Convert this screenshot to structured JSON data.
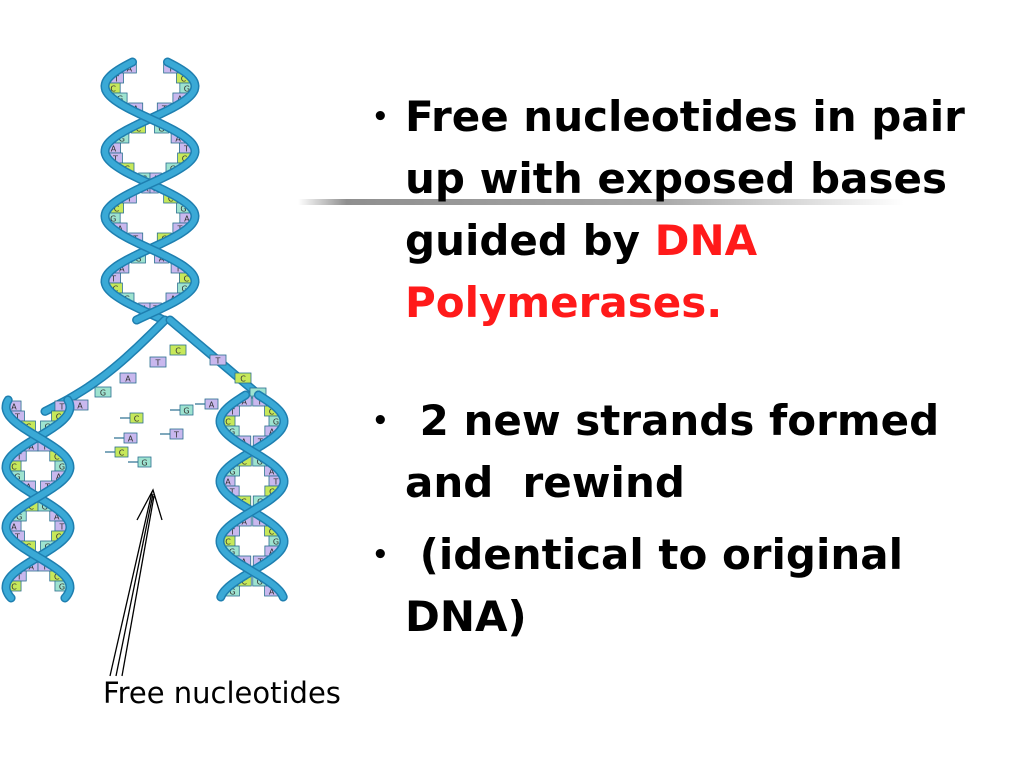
{
  "bullets": [
    {
      "marker": "•",
      "text_before": "Free nucleotides in pair up with exposed bases guided by ",
      "highlight": "DNA Polymerases."
    },
    {
      "marker": "•",
      "text": " 2 new strands formed and  rewind"
    },
    {
      "marker": "•",
      "text": " (identical to original DNA)"
    }
  ],
  "diagram": {
    "caption": "Free nucleotides",
    "base_labels": [
      "A",
      "T",
      "C",
      "G"
    ],
    "colors": {
      "backbone": "#3aa9d6",
      "backbone_dark": "#1e7fb0",
      "base_A": "#c9b8ee",
      "base_T": "#c9b8ee",
      "base_C": "#c7e85a",
      "base_G": "#9ee3d0",
      "highlight": "#ff1a1a"
    }
  }
}
